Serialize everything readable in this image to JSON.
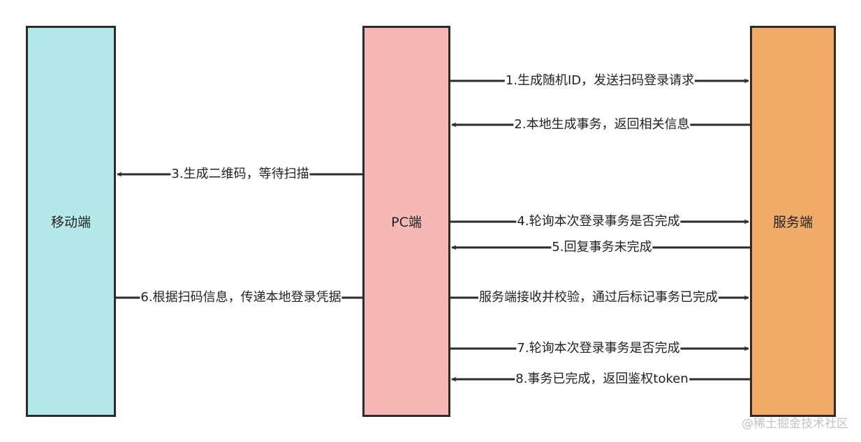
{
  "lanes": {
    "mobile": "移动端",
    "pc": "PC端",
    "server": "服务端"
  },
  "messages": [
    {
      "id": "m1",
      "label": "1.生成随机ID，发送扫码登录请求",
      "from": "pc",
      "to": "server"
    },
    {
      "id": "m2",
      "label": "2.本地生成事务，返回相关信息",
      "from": "server",
      "to": "pc"
    },
    {
      "id": "m3",
      "label": "3.生成二维码，等待扫描",
      "from": "pc",
      "to": "mobile"
    },
    {
      "id": "m4",
      "label": "4.轮询本次登录事务是否完成",
      "from": "pc",
      "to": "server"
    },
    {
      "id": "m5",
      "label": "5.回复事务未完成",
      "from": "server",
      "to": "pc"
    },
    {
      "id": "m6",
      "label": "6.根据扫码信息，传递本地登录凭据",
      "from": "mobile",
      "to": "pc"
    },
    {
      "id": "m6b",
      "label": "服务端接收并校验，通过后标记事务已完成",
      "from": "pc",
      "to": "server"
    },
    {
      "id": "m7",
      "label": "7.轮询本次登录事务是否完成",
      "from": "pc",
      "to": "server"
    },
    {
      "id": "m8",
      "label": "8.事务已完成，返回鉴权token",
      "from": "server",
      "to": "pc"
    }
  ],
  "watermark": "@稀土掘金技术社区",
  "colors": {
    "mobile": "#b5e8e9",
    "pc": "#f6b8b6",
    "server": "#f0ab69",
    "line": "#2b2b2b"
  }
}
